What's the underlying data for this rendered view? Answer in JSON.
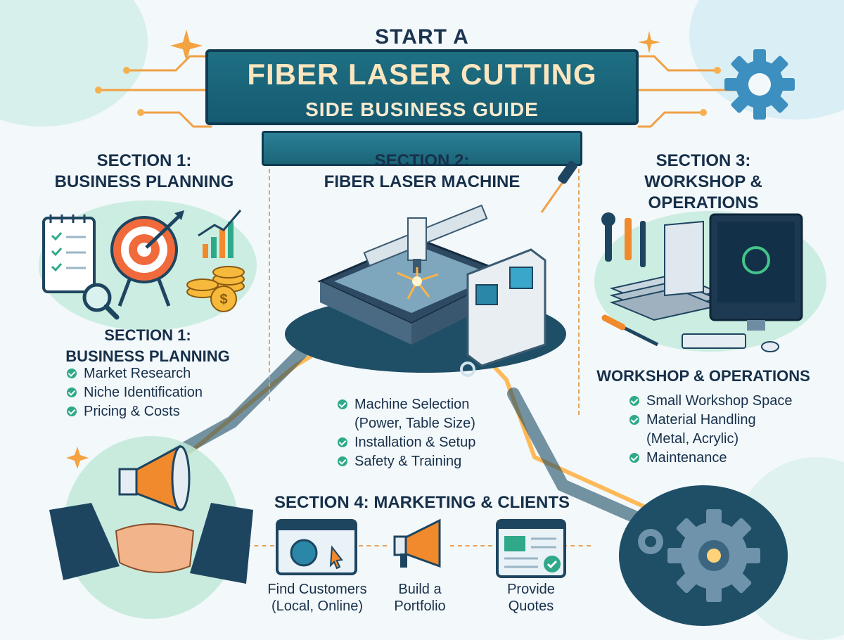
{
  "header": {
    "line1": "START A",
    "title": "FIBER LASER CUTTING",
    "subtitle": "SIDE BUSINESS GUIDE"
  },
  "section1": {
    "heading": [
      "SECTION 1:",
      "BUSINESS PLANNING"
    ],
    "subheading": [
      "SECTION 1:",
      "BUSINESS PLANNING"
    ],
    "items": [
      "Market Research",
      "Niche Identification",
      "Pricing & Costs"
    ]
  },
  "section2": {
    "heading": [
      "SECTION 2:",
      "FIBER LASER MACHINE"
    ],
    "items": [
      "Machine Selection",
      "(Power, Table Size)",
      "Installation & Setup",
      "Safety & Training"
    ]
  },
  "section3": {
    "heading": [
      "SECTION 3:",
      "WORKSHOP &",
      "OPERATIONS"
    ],
    "subheading": "WORKSHOP & OPERATIONS",
    "items": [
      "Small Workshop Space",
      "Material Handling",
      "(Metal, Acrylic)",
      "Maintenance"
    ]
  },
  "section4": {
    "heading": "SECTION 4: MARKETING & CLIENTS",
    "steps": [
      {
        "line1": "Find Customers",
        "line2": "(Local, Online)"
      },
      {
        "line1": "Build a",
        "line2": "Portfolio"
      },
      {
        "line1": "Provide",
        "line2": "Quotes"
      }
    ]
  },
  "colors": {
    "ribbon": "#1f6f83",
    "title_text": "#fbe6bf",
    "check": "#2fa98a",
    "accent_orange": "#f08a2c",
    "laser_glow": "#ffb347",
    "gear": "#4a9ec9"
  },
  "icons": [
    "checklist-icon",
    "target-icon",
    "growth-chart-icon",
    "coins-icon",
    "magnifier-icon",
    "fiber-laser-machine-icon",
    "laser-pen-icon",
    "tools-icon",
    "metal-sheets-icon",
    "computer-monitor-icon",
    "gear-icon",
    "megaphone-icon",
    "handshake-icon",
    "website-icon",
    "quote-document-icon",
    "sparkle-icon"
  ]
}
